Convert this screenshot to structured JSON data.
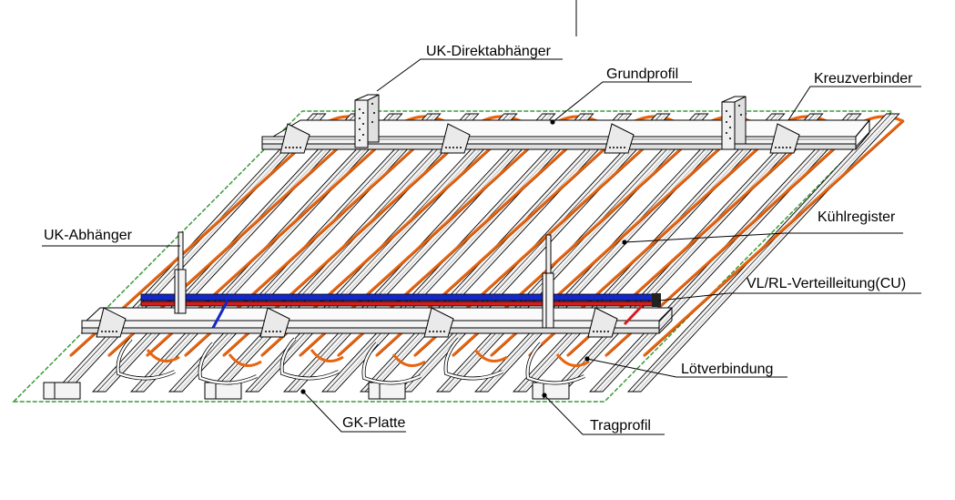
{
  "labels": {
    "uk_direktabhaenger": "UK-Direktabhänger",
    "grundprofil": "Grundprofil",
    "kreuzverbinder": "Kreuzverbinder",
    "kuehlregister": "Kühlregister",
    "uk_abhaenger": "UK-Abhänger",
    "vl_rl_verteilleitung": "VL/RL-Verteilleitung(CU)",
    "loetverbindung": "Lötverbindung",
    "gk_platte": "GK-Platte",
    "tragprofil": "Tragprofil"
  },
  "colors": {
    "board_edge": "#3a9a3a",
    "pipe_copper": "#e8640f",
    "supply_line": "#1428c8",
    "return_line": "#d21e1e",
    "profile_fill": "#f4f4f4",
    "line": "#000000"
  }
}
